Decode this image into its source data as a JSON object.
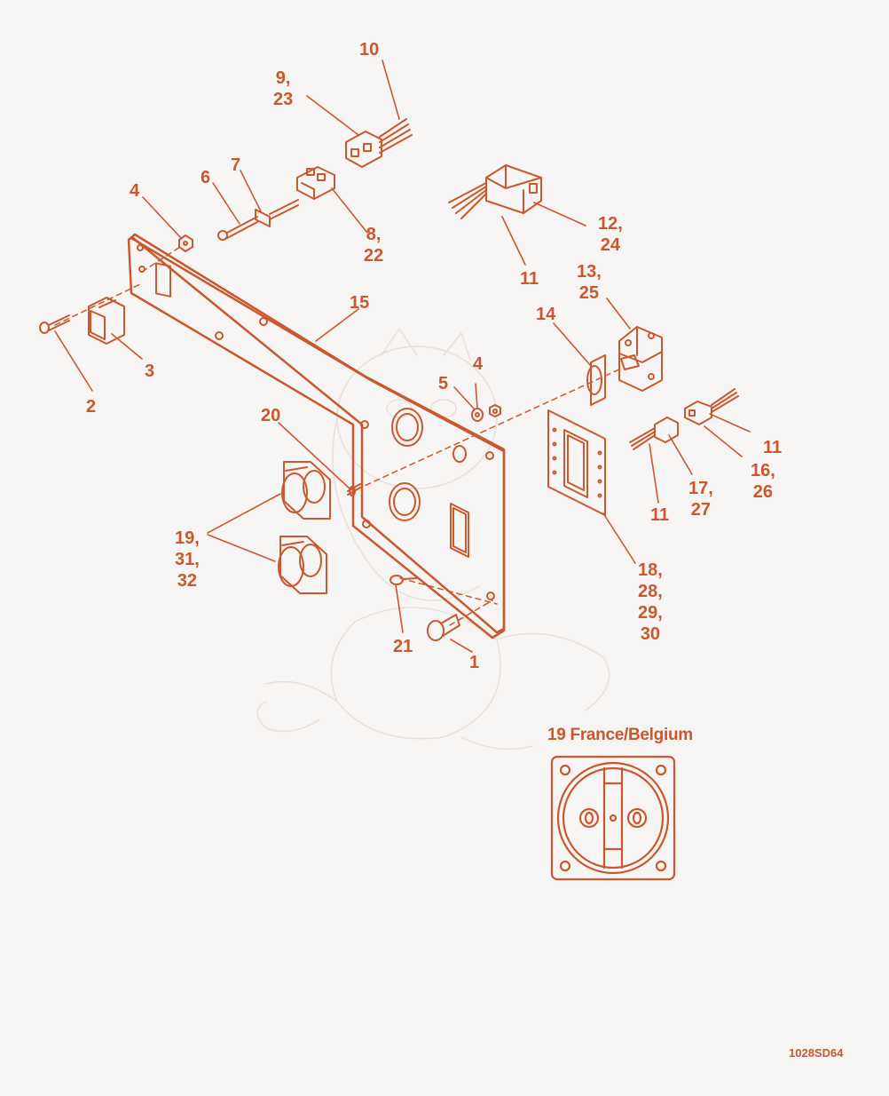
{
  "accent_color": "#c9582f",
  "background_color": "#f7f5f3",
  "callouts": {
    "c1": "1",
    "c2": "2",
    "c3": "3",
    "c4a": "4",
    "c4b": "4",
    "c5": "5",
    "c6": "6",
    "c7": "7",
    "c8_22": "8,\n22",
    "c9_23": "9,\n23",
    "c10": "10",
    "c11a": "11",
    "c11b": "11",
    "c11c": "11",
    "c12_24": "12,\n24",
    "c13_25": "13,\n25",
    "c14": "14",
    "c15": "15",
    "c16_26": "16,\n26",
    "c17_27": "17,\n27",
    "c18_30": "18,\n28,\n29,\n30",
    "c19_32": "19,\n31,\n32",
    "c20": "20",
    "c21": "21"
  },
  "inset_caption": "19 France/Belgium",
  "doc_id": "1028SD64"
}
